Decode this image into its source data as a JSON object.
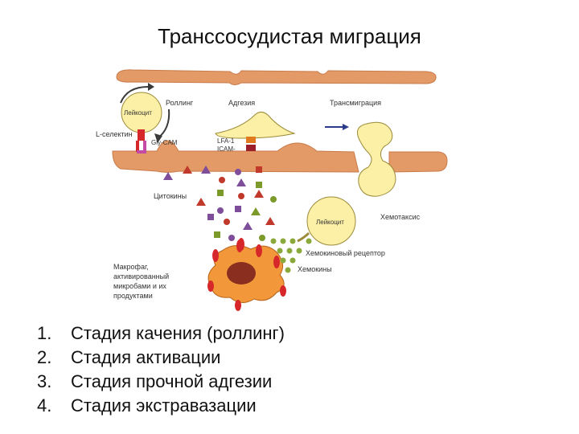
{
  "title": "Трансcосудистая миграция",
  "diagram": {
    "leukocyte_rolling": "Лейкоцит",
    "rolling": "Роллинг",
    "adhesion": "Адгезия",
    "transmigration": "Трансмиграция",
    "l_selectin": "L-селектин",
    "gly_cam": "Gly-CAM",
    "lfa1": "LFA-1",
    "icam": "ICAM-",
    "cytokines": "Цитокины",
    "leukocyte_chemotaxis": "Лейкоцит",
    "chemotaxis": "Хемотаксис",
    "chemokine_receptor": "Хемокиновый рецептор",
    "chemokines": "Хемокины",
    "macrophage_lines": [
      "Макрофаг,",
      "активированный",
      "микробами и их",
      "продуктами"
    ]
  },
  "stages": [
    {
      "num": "1.",
      "text": "Стадия качения (роллинг)"
    },
    {
      "num": "2.",
      "text": "Стадия активации"
    },
    {
      "num": "3.",
      "text": "Стадия прочной адгезии"
    },
    {
      "num": "4.",
      "text": "Стадия экстравазации"
    }
  ],
  "colors": {
    "endothelium": "#e39a66",
    "leukocyte": "#fbf0a6",
    "macrophage": "#f2983a",
    "nucleus": "#8a2f1f",
    "selectin": "#d6282a",
    "gly_cam": "#c34ba6",
    "cytokine_red": "#c0392b",
    "cytokine_purple": "#7e4e9b",
    "cytokine_green": "#7c9a2a",
    "chemokine": "#8aa93a"
  }
}
